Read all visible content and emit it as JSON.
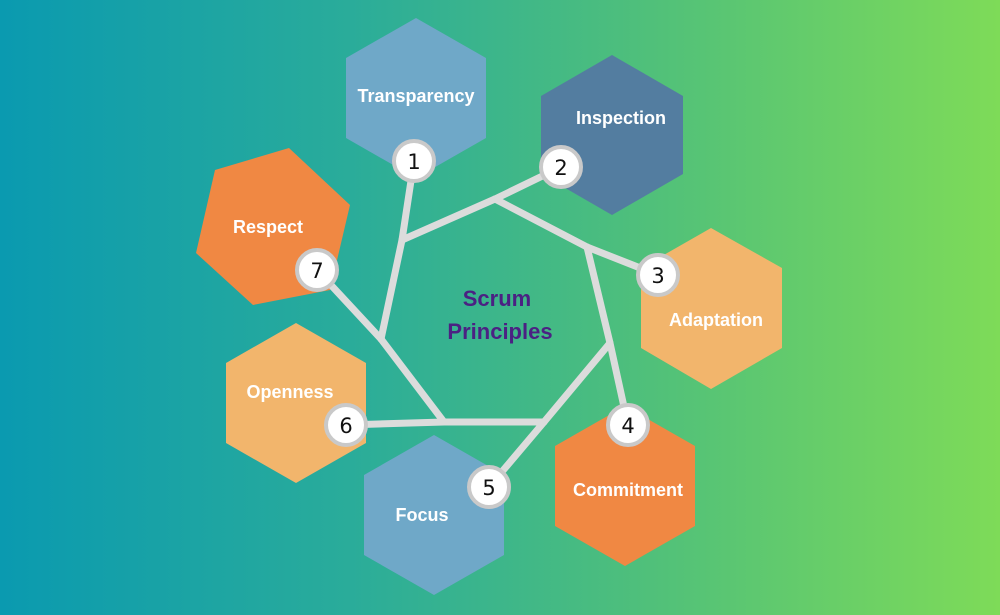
{
  "title": {
    "line1": "Scrum",
    "line2": "Principles"
  },
  "principles": [
    {
      "number": "1",
      "label": "Transparency",
      "color": "#6fa8c8"
    },
    {
      "number": "2",
      "label": "Inspection",
      "color": "#537da0"
    },
    {
      "number": "3",
      "label": "Adaptation",
      "color": "#f2b56c"
    },
    {
      "number": "4",
      "label": "Commitment",
      "color": "#f08843"
    },
    {
      "number": "5",
      "label": "Focus",
      "color": "#6fa8c8"
    },
    {
      "number": "6",
      "label": "Openness",
      "color": "#f2b56c"
    },
    {
      "number": "7",
      "label": "Respect",
      "color": "#f08843"
    }
  ],
  "colors": {
    "connector": "#dcdcdc",
    "badge_fill": "#ffffff",
    "badge_ring": "#c9c9c9",
    "title": "#4b2183"
  }
}
